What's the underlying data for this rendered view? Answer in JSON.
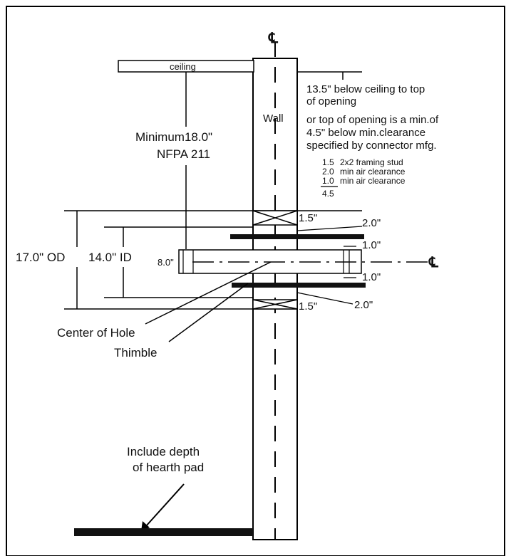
{
  "labels": {
    "centerline_top": "℄",
    "centerline_right": "℄",
    "ceiling": "ceiling",
    "wall": "Wall",
    "minimum": "Minimum18.0\"",
    "nfpa": "NFPA 211",
    "below_ceiling_1": "13.5\" below ceiling to top",
    "below_ceiling_2": "of opening",
    "alt_1": "or top of opening is a min.of",
    "alt_2": "4.5\" below min.clearance",
    "alt_3": "specified by connector mfg.",
    "od": "17.0\" OD",
    "id": "14.0\" ID",
    "pipe": "8.0\"",
    "dim_top_stud": "1.5\"",
    "dim_top_air": "2.0\"",
    "dim_top_clear": "1.0\"",
    "dim_bot_clear": "1.0\"",
    "dim_bot_air": "2.0\"",
    "dim_bot_stud": "1.5\"",
    "center_of_hole": "Center of Hole",
    "thimble": "Thimble",
    "hearth_1": "Include depth",
    "hearth_2": "of hearth pad"
  },
  "table": {
    "rows": [
      {
        "value": "1.5",
        "desc": "2x2 framing stud"
      },
      {
        "value": "2.0",
        "desc": "min air clearance"
      },
      {
        "value": "1.0",
        "desc": "min air clearance"
      }
    ],
    "total": "4.5"
  }
}
